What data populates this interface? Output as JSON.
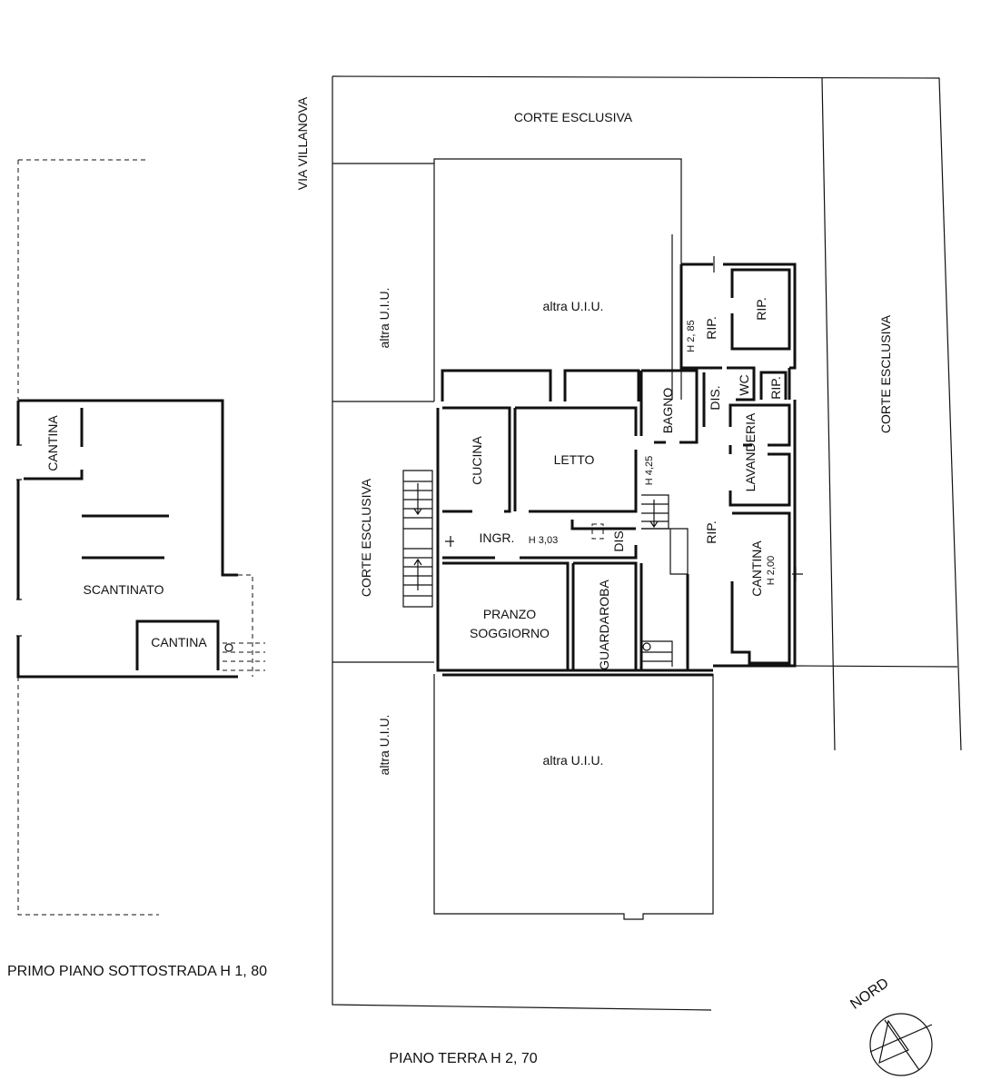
{
  "street": "VIA VILLANOVA",
  "floors": {
    "basement_title": "PRIMO PIANO SOTTOSTRADA H 1, 80",
    "ground_title": "PIANO TERRA H 2, 70"
  },
  "basement_rooms": {
    "cantina_top": "CANTINA",
    "scantinato": "SCANTINATO",
    "cantina_bottom": "CANTINA"
  },
  "areas": {
    "corte_top": "CORTE ESCLUSIVA",
    "corte_left": "CORTE ESCLUSIVA",
    "corte_right": "CORTE ESCLUSIVA",
    "altra_top": "altra U.I.U.",
    "altra_left_top": "altra U.I.U.",
    "altra_bottom": "altra U.I.U.",
    "altra_left_bottom": "altra U.I.U."
  },
  "rooms": {
    "cucina": "CUCINA",
    "letto": "LETTO",
    "bagno": "BAGNO",
    "ingr": "INGR.",
    "h_ingr": "H 3,03",
    "dis_center": "DIS.",
    "dis_right": "DIS.",
    "h_425": "H 4,25",
    "pranzo_1": "PRANZO",
    "pranzo_2": "SOGGIORNO",
    "guardaroba": "GUARDAROBA",
    "rip_1": "RIP.",
    "h_285": "H 2, 85",
    "rip_2": "RIP.",
    "rip_3": "RIP.",
    "wc": "WC",
    "lavanderia": "LAVANDERIA",
    "rip_4": "RIP.",
    "cantina": "CANTINA",
    "h_200": "H 2,00"
  },
  "compass": {
    "label": "NORD"
  }
}
